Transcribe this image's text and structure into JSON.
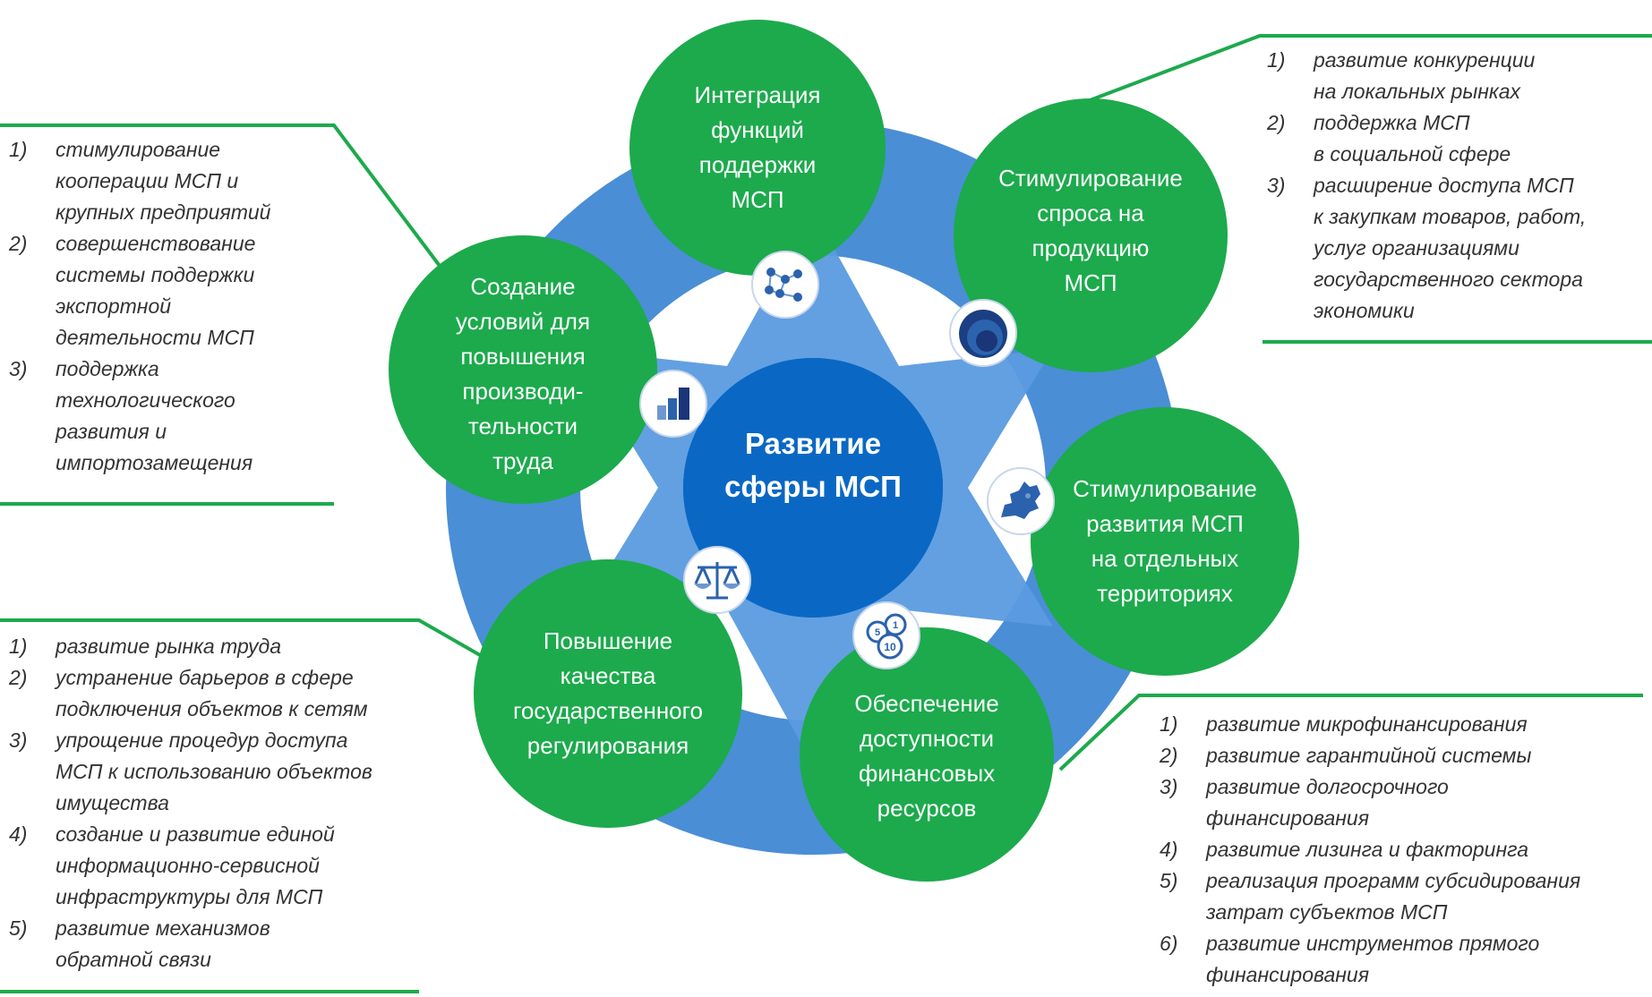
{
  "center": {
    "label": "Развитие\nсферы МСП"
  },
  "nodes": [
    {
      "label": "Интеграция\nфункций\nподдержки\nМСП"
    },
    {
      "label": "Стимулирование\nспроса на\nпродукцию\nМСП"
    },
    {
      "label": "Стимулирование\nразвития МСП\nна отдельных\nтерриториях"
    },
    {
      "label": "Обеспечение\nдоступности\nфинансовых\nресурсов"
    },
    {
      "label": "Повышение\nкачества\nгосударственного\nрегулирования"
    },
    {
      "label": "Создание\nусловий для\nповышения\nпроизводи-\nтельности\nтруда"
    }
  ],
  "lists": {
    "top_right": [
      {
        "num": "1)",
        "text": "развитие конкуренции\nна локальных рынках"
      },
      {
        "num": "2)",
        "text": "поддержка МСП\nв социальной сфере"
      },
      {
        "num": "3)",
        "text": "расширение доступа МСП\nк закупкам товаров, работ,\nуслуг организациями\nгосударственного сектора\nэкономики"
      }
    ],
    "top_left": [
      {
        "num": "1)",
        "text": "стимулирование\nкооперации МСП и\nкрупных предприятий"
      },
      {
        "num": "2)",
        "text": "совершенствование\nсистемы поддержки\nэкспортной\nдеятельности МСП"
      },
      {
        "num": "3)",
        "text": "поддержка\nтехнологического\nразвития и\nимпортозамещения"
      }
    ],
    "bottom_left": [
      {
        "num": "1)",
        "text": "развитие рынка труда"
      },
      {
        "num": "2)",
        "text": "устранение барьеров в сфере\nподключения объектов к сетям"
      },
      {
        "num": "3)",
        "text": "упрощение процедур доступа\nМСП к использованию объектов\nимущества"
      },
      {
        "num": "4)",
        "text": "создание и развитие единой\nинформационно-сервисной\nинфраструктуры для МСП"
      },
      {
        "num": "5)",
        "text": "развитие механизмов\nобратной связи"
      }
    ],
    "bottom_right": [
      {
        "num": "1)",
        "text": "развитие микрофинансирования"
      },
      {
        "num": "2)",
        "text": "развитие гарантийной системы"
      },
      {
        "num": "3)",
        "text": "развитие долгосрочного\nфинансирования"
      },
      {
        "num": "4)",
        "text": "развитие лизинга и факторинга"
      },
      {
        "num": "5)",
        "text": "реализация программ субсидирования\nзатрат субъектов МСП"
      },
      {
        "num": "6)",
        "text": "развитие инструментов прямого\nфинансирования"
      }
    ]
  },
  "icons": [
    "network-icon",
    "bubbles-icon",
    "map-icon",
    "coins-icon",
    "scales-icon",
    "bar-chart-icon"
  ],
  "coin_labels": [
    "1",
    "5",
    "10"
  ],
  "colors": {
    "ring": "#4a8ed6",
    "gear_spokes": "#5a9be0",
    "center": "#0a68c4",
    "node": "#1caa4c",
    "connector": "#1caa4c",
    "icon_bg": "#ffffff",
    "icon": "#1f5fae",
    "list_text": "#333333"
  }
}
